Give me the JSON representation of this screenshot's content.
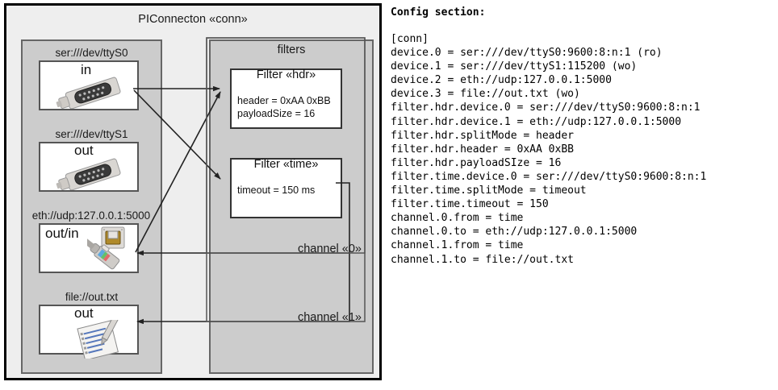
{
  "diagram": {
    "title": "PIConnecton «conn»",
    "devices_group": {
      "items": [
        {
          "label": "ser:///dev/ttyS0",
          "direction": "in",
          "icon": "serial-port-icon"
        },
        {
          "label": "ser:///dev/ttyS1",
          "direction": "out",
          "icon": "serial-port-icon"
        },
        {
          "label": "eth://udp:127.0.0.1:5000",
          "direction": "out/in",
          "icon": "ethernet-plug-icon"
        },
        {
          "label": "file://out.txt",
          "direction": "out",
          "icon": "text-file-icon"
        }
      ]
    },
    "filters_group": {
      "title": "filters",
      "filters": [
        {
          "title": "Filter «hdr»",
          "attrs": "header = 0xAA 0xBB\npayloadSize = 16"
        },
        {
          "title": "Filter «time»",
          "attrs": "timeout = 150 ms"
        }
      ],
      "channels": [
        {
          "label": "channel «0»"
        },
        {
          "label": "channel «1»"
        }
      ]
    }
  },
  "config": {
    "heading": "Config section:",
    "text": "[conn]\ndevice.0 = ser:///dev/ttyS0:9600:8:n:1 (ro)\ndevice.1 = ser:///dev/ttyS1:115200 (wo)\ndevice.2 = eth://udp:127.0.0.1:5000\ndevice.3 = file://out.txt (wo)\nfilter.hdr.device.0 = ser:///dev/ttyS0:9600:8:n:1\nfilter.hdr.device.1 = eth://udp:127.0.0.1:5000\nfilter.hdr.splitMode = header\nfilter.hdr.header = 0xAA 0xBB\nfilter.hdr.payloadSIze = 16\nfilter.time.device.0 = ser:///dev/ttyS0:9600:8:n:1\nfilter.time.splitMode = timeout\nfilter.time.timeout = 150\nchannel.0.from = time\nchannel.0.to = eth://udp:127.0.0.1:5000\nchannel.1.from = time\nchannel.1.to = file://out.txt"
  },
  "colors": {
    "page_bg": "#ffffff",
    "outer_bg": "#eeeeee",
    "group_bg": "#cccccc",
    "box_bg": "#ffffff",
    "line": "#333333"
  }
}
